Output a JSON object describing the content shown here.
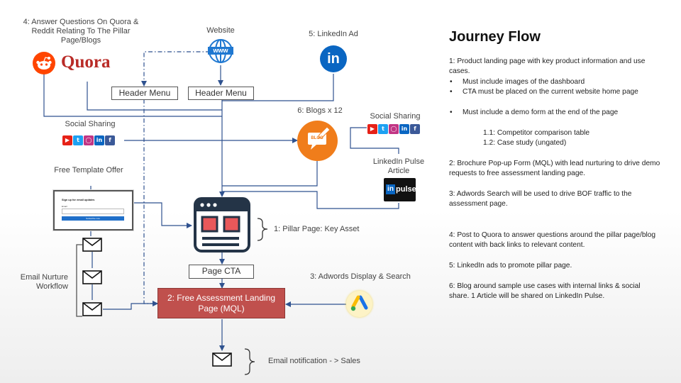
{
  "diagram": {
    "quora_label": "4: Answer Questions On Quora & Reddit Relating To The Pillar Page/Blogs",
    "quora_logo_text": "Quora",
    "website_label": "Website",
    "website_icon_text": "www",
    "linkedin_ad_label": "5: LinkedIn Ad",
    "linkedin_icon_text": "in",
    "header_menu_1": "Header Menu",
    "header_menu_2": "Header Menu",
    "blogs_label": "6: Blogs x 12",
    "blog_icon_text": "BLOG",
    "social_sharing_left": "Social Sharing",
    "social_sharing_right": "Social Sharing",
    "linkedin_pulse_label": "LinkedIn Pulse Article",
    "pulse_logo_in": "in",
    "pulse_logo_word": "pulse",
    "free_template_label": "Free Template Offer",
    "form_title": "Sign up for email updates",
    "form_field_label": "Email",
    "form_button": "Subscribe now",
    "pillar_label": "1: Pillar Page: Key Asset",
    "page_cta": "Page CTA",
    "adwords_label": "3: Adwords Display & Search",
    "email_nurture_label": "Email Nurture Workflow",
    "landing_page": "2: Free Assessment Landing Page (MQL)",
    "email_notification": "Email notification - > Sales",
    "colors": {
      "landing_fill": "#c0504d",
      "line": "#2f528f",
      "quora_red": "#b92b27",
      "reddit_orange": "#ff4500",
      "linkedin_blue": "#0a66c2",
      "blog_orange": "#f07d1b",
      "pillar_navy": "#243447",
      "pillar_red": "#e8585a"
    }
  },
  "journey": {
    "title": "Journey Flow",
    "item1": "1: Product landing page with key product information and use cases.",
    "bullet1": "Must include images of the dashboard",
    "bullet2": "CTA must be placed on the current website home page",
    "bullet3": "Must include a demo form at the end of the page",
    "sub1": "1.1: Competitor comparison table",
    "sub2": "1.2: Case study (ungated)",
    "item2": "2: Brochure Pop-up Form (MQL) with lead nurturing to drive demo requests to free assessment landing page.",
    "item3": "3: Adwords Search will be used to drive BOF traffic to the assessment page.",
    "item4": "4: Post to Quora to answer questions around the pillar page/blog content with back links to relevant content.",
    "item5": "5: LinkedIn ads to promote pillar page.",
    "item6": "6: Blog around sample use cases with internal links & social share. 1 Article will be shared on LinkedIn Pulse."
  }
}
